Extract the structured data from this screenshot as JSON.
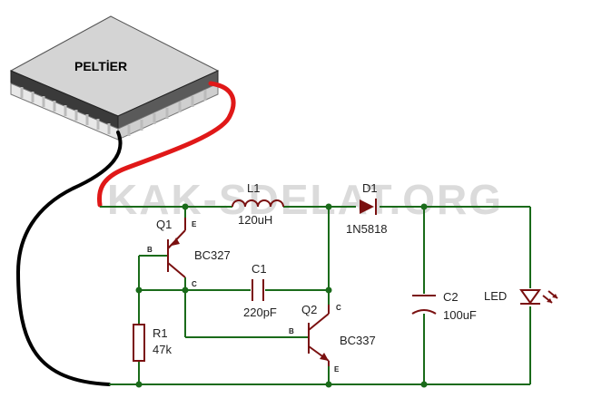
{
  "watermark": "KAK-SDELAT.ORG",
  "peltier": {
    "label": "PELTİER"
  },
  "components": {
    "L1": {
      "ref": "L1",
      "value": "120uH"
    },
    "D1": {
      "ref": "D1",
      "value": "1N5818"
    },
    "Q1": {
      "ref": "Q1",
      "value": "BC327",
      "pins": {
        "b": "B",
        "c": "C",
        "e": "E"
      }
    },
    "Q2": {
      "ref": "Q2",
      "value": "BC337",
      "pins": {
        "b": "B",
        "c": "C",
        "e": "E"
      }
    },
    "C1": {
      "ref": "C1",
      "value": "220pF"
    },
    "C2": {
      "ref": "C2",
      "value": "100uF"
    },
    "R1": {
      "ref": "R1",
      "value": "47k"
    },
    "LED": {
      "ref": "LED"
    }
  },
  "colors": {
    "wire": "#1a6b1a",
    "component": "#7a1010",
    "positive_lead": "#e01818",
    "negative_lead": "#000000"
  }
}
